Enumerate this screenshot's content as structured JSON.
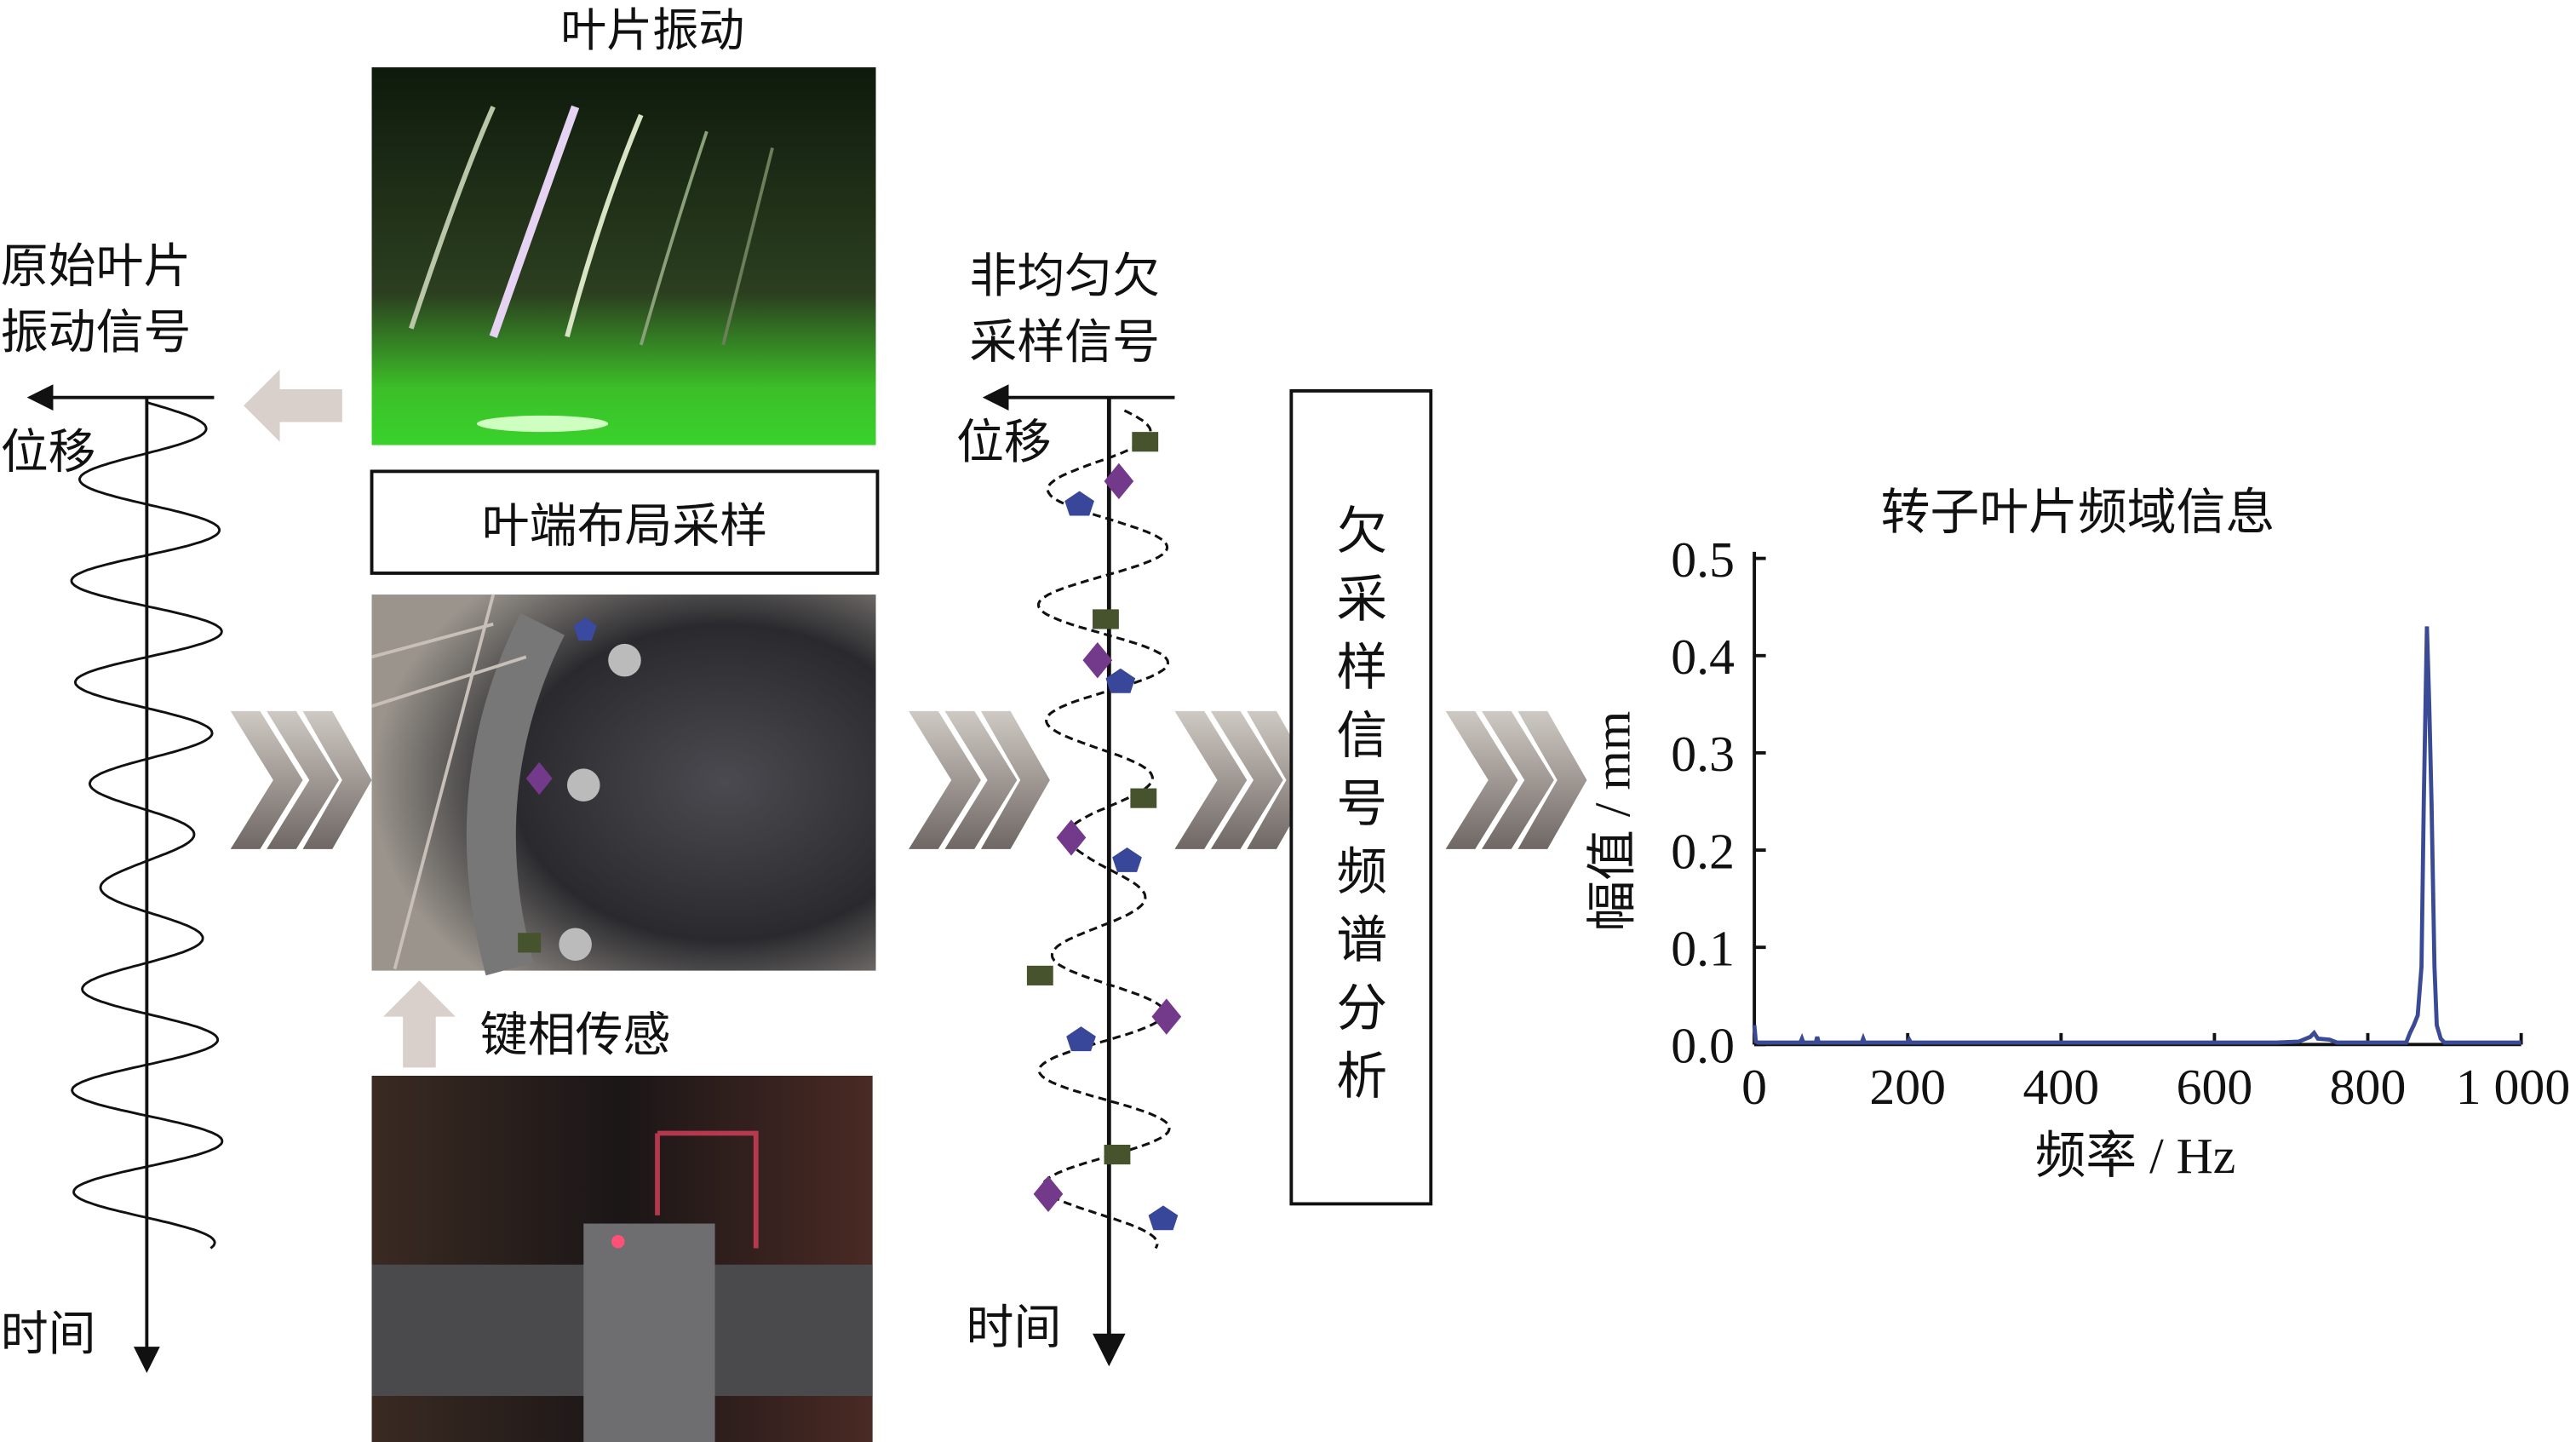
{
  "left": {
    "photo_title": "叶片振动",
    "signal_title_1": "原始叶片",
    "signal_title_2": "振动信号",
    "x_axis": "位移",
    "y_axis": "时间"
  },
  "middle": {
    "sampling_box": "叶端布局采样",
    "keyphase": "键相传感",
    "signal_title_1": "非均匀欠",
    "signal_title_2": "采样信号",
    "x_axis": "位移",
    "y_axis": "时间"
  },
  "analysis_box": [
    "欠",
    "采",
    "样",
    "信",
    "号",
    "频",
    "谱",
    "分",
    "析"
  ],
  "colors": {
    "line": "#3b4a94",
    "square": "#46532c",
    "diamond": "#73398a",
    "pentagon": "#38479a"
  },
  "chart_data": {
    "type": "line",
    "title": "转子叶片频域信息",
    "xlabel": "频率 / Hz",
    "ylabel": "幅值 / mm",
    "xlim": [
      0,
      1000
    ],
    "ylim": [
      0,
      0.5
    ],
    "xticks": [
      "0",
      "200",
      "400",
      "600",
      "800",
      "1 000"
    ],
    "yticks": [
      "0.0",
      "0.1",
      "0.2",
      "0.3",
      "0.4",
      "0.5"
    ],
    "series": [
      {
        "name": "spectrum",
        "x": [
          0,
          2,
          5,
          10,
          20,
          60,
          62,
          64,
          80,
          82,
          84,
          140,
          142,
          144,
          200,
          202,
          204,
          680,
          710,
          725,
          730,
          735,
          750,
          760,
          850,
          855,
          860,
          865,
          870,
          873,
          877,
          880,
          883,
          887,
          890,
          895,
          900,
          1000
        ],
        "y": [
          0.02,
          0.003,
          0.002,
          0.002,
          0.002,
          0.002,
          0.006,
          0.002,
          0.002,
          0.008,
          0.002,
          0.002,
          0.006,
          0.002,
          0.002,
          0.005,
          0.002,
          0.002,
          0.003,
          0.008,
          0.012,
          0.006,
          0.005,
          0.002,
          0.002,
          0.012,
          0.02,
          0.03,
          0.08,
          0.25,
          0.43,
          0.35,
          0.25,
          0.08,
          0.02,
          0.006,
          0.002,
          0.002
        ]
      }
    ]
  }
}
